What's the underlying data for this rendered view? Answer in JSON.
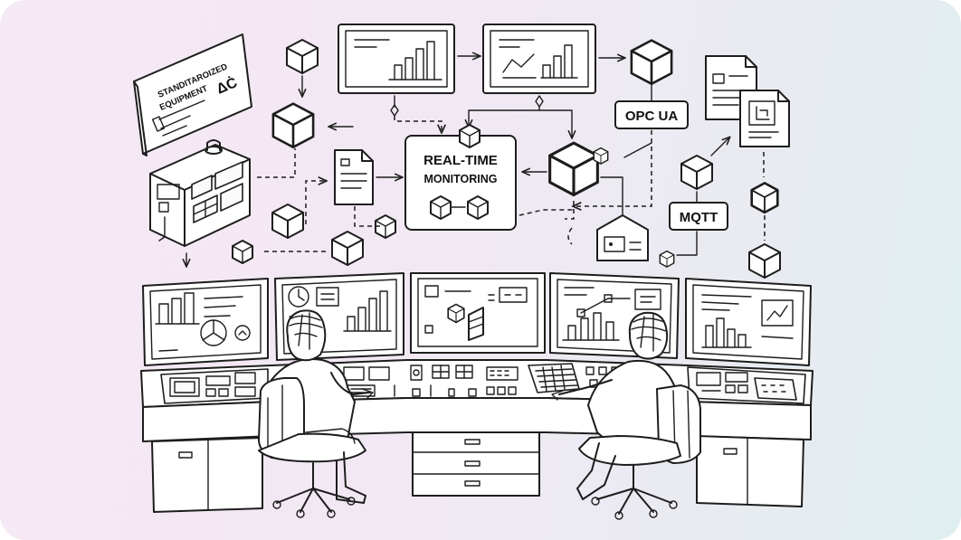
{
  "labels": {
    "equipment_line1": "STANDITAROIZED",
    "equipment_line2": "EQUIPMENT",
    "equipment_symbol": "ΔĊ",
    "monitoring_line1": "REAL-TIME",
    "monitoring_line2": "MONITORING",
    "opcua": "OPC UA",
    "mqtt": "MQTT"
  },
  "colors": {
    "ink": "#1d1d1d",
    "paper": "#ffffff",
    "background_left": "#f6e9f6",
    "background_right": "#dfeef0"
  },
  "icons": [
    "cube-icon",
    "document-icon",
    "monitor-icon",
    "control-cabinet-icon",
    "operator-icon",
    "office-chair-icon"
  ]
}
